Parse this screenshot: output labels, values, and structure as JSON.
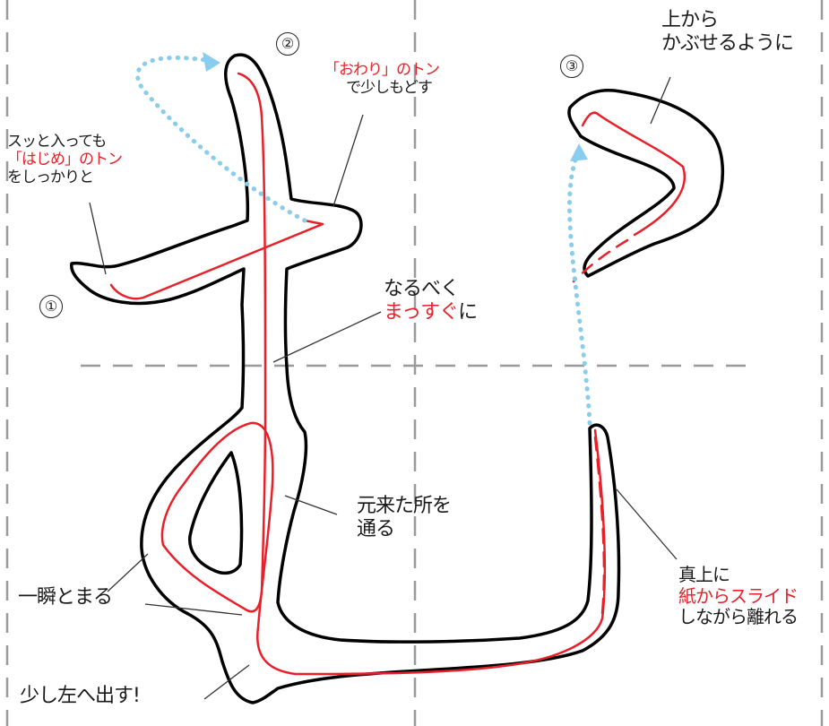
{
  "colors": {
    "guide": "#999999",
    "outline": "#000000",
    "stroke_path": "#e8202a",
    "arrow": "#88ccee",
    "text": "#1a1a1a",
    "accent": "#e8202a"
  },
  "stroke_numbers": [
    "①",
    "②",
    "③"
  ],
  "labels": {
    "top_owari_red": "「おわり」のトン",
    "top_owari_line2": "で少しもどす",
    "left_su_line1": "スッと入っても",
    "left_su_red": "「はじめ」のトン",
    "left_su_line3": "をしっかりと",
    "center_naru_line1": "なるべく",
    "center_naru_red": "まっすぐ",
    "center_naru_suffix": "に",
    "right_ue_line1": "上から",
    "right_ue_line2": "かぶせるように",
    "mid_moto_line1": "元来た所を",
    "mid_moto_line2": "通る",
    "left_ichi": "一瞬とまる",
    "bottom_sukoshi": "少し左へ出す!",
    "right_ma_line1": "真上に",
    "right_ma_red": "紙からスライド",
    "right_ma_line3": "しながら離れる"
  }
}
